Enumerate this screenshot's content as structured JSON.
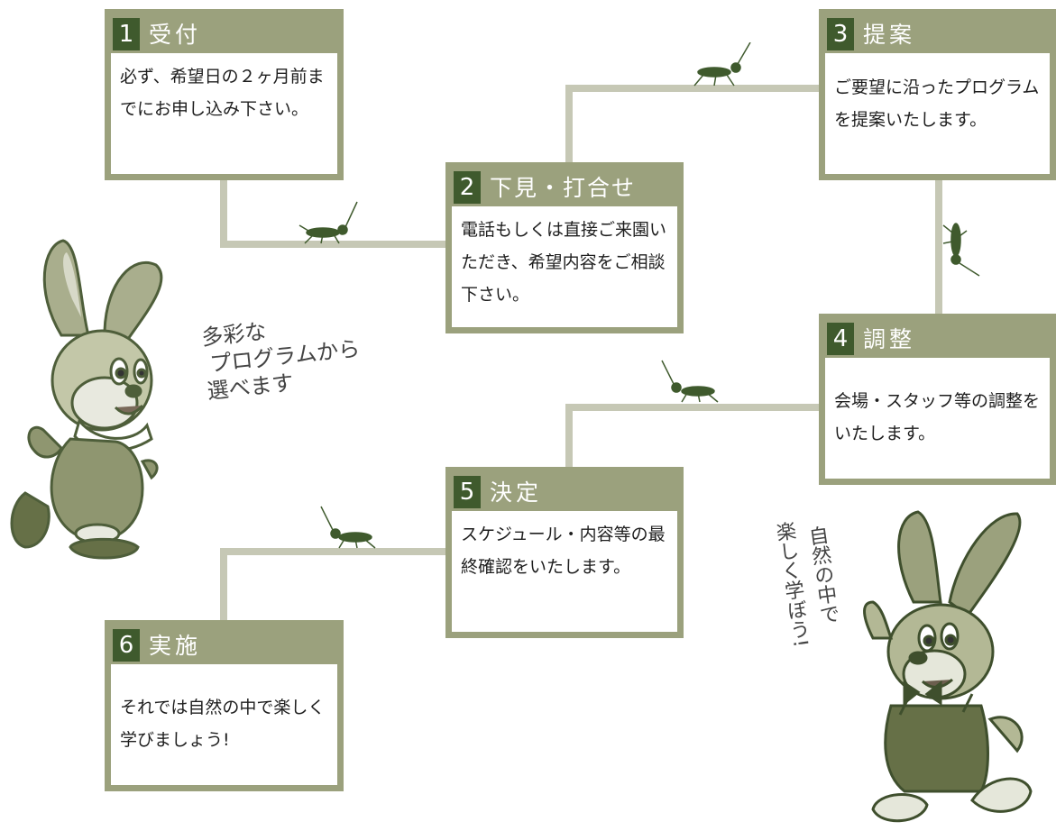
{
  "colors": {
    "box_border": "#9ba17d",
    "number_bg": "#3f5a2d",
    "connector": "#c6c8b5",
    "insect": "#3f5a2d"
  },
  "steps": [
    {
      "num": "1",
      "title": "受付",
      "body": "必ず、希望日の２ヶ月前までにお申し込み下さい。"
    },
    {
      "num": "2",
      "title": "下見・打合せ",
      "body": "電話もしくは直接ご来園いただき、希望内容をご相談下さい。"
    },
    {
      "num": "3",
      "title": "提案",
      "body": "ご要望に沿ったプログラムを提案いたします。"
    },
    {
      "num": "4",
      "title": "調整",
      "body": "会場・スタッフ等の調整をいたします。"
    },
    {
      "num": "5",
      "title": "決定",
      "body": "スケジュール・内容等の最終確認をいたします。"
    },
    {
      "num": "6",
      "title": "実施",
      "body": "それでは自然の中で楽しく学びましょう!"
    }
  ],
  "captions": {
    "left_lines": [
      "多彩な",
      "プログラムから",
      "選べます"
    ],
    "right_col1": "自然の中で",
    "right_col2": "楽しく学ぼう!"
  },
  "icons": [
    "rabbit-girl-icon",
    "rabbit-boy-icon",
    "cricket-icon"
  ]
}
